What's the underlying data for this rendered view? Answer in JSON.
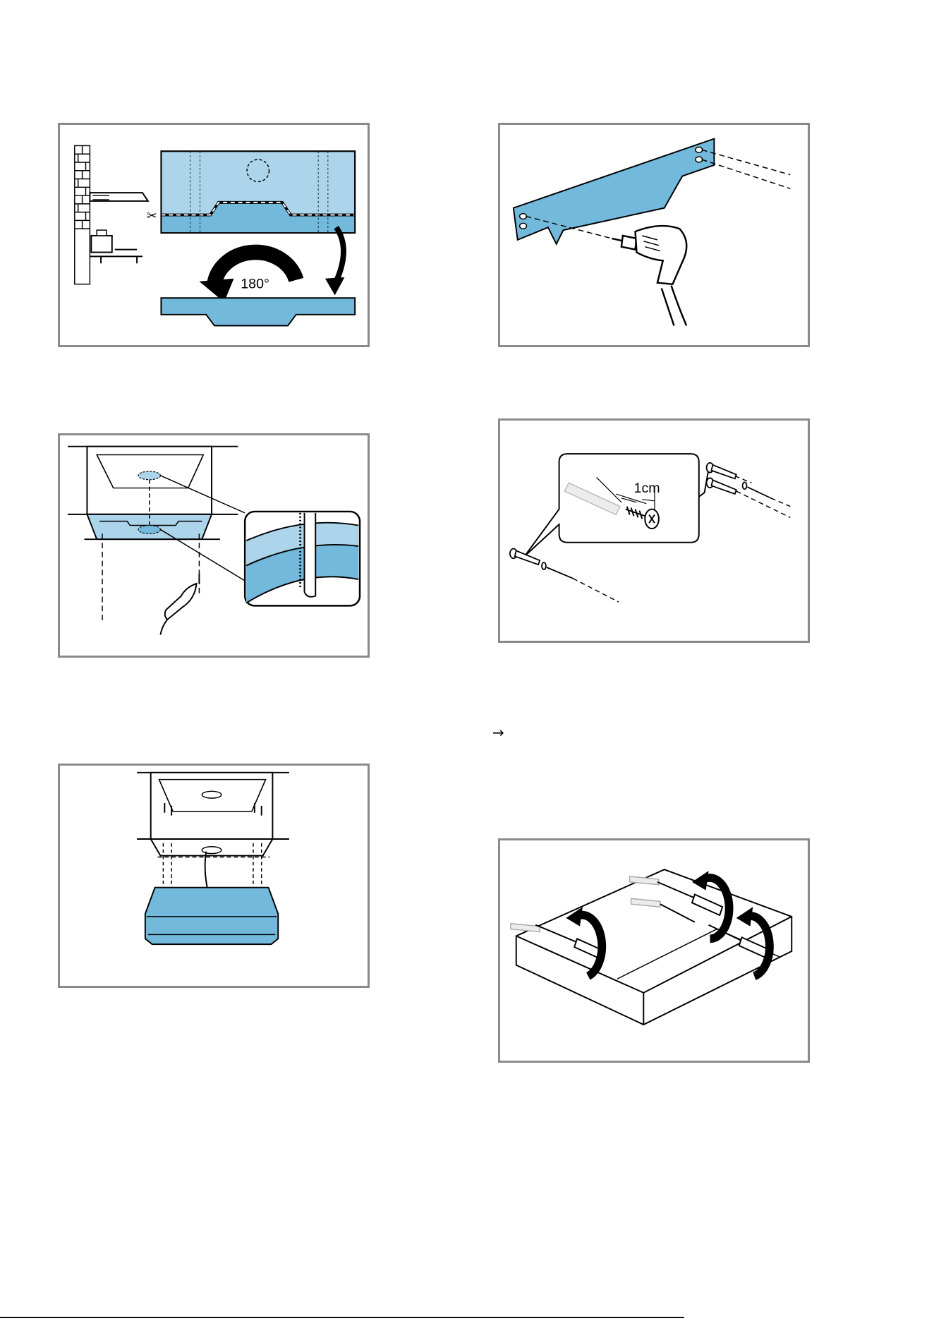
{
  "figures": [
    {
      "id": "fig-template-cut-rotate",
      "label": "180°"
    },
    {
      "id": "fig-drill-template-wall"
    },
    {
      "id": "fig-cabinet-cutout-saw"
    },
    {
      "id": "fig-wall-plugs-screws",
      "label": "1cm"
    },
    {
      "id": "fig-cabinet-mount-screws"
    },
    {
      "id": "fig-tighten-screws"
    }
  ],
  "note_arrow": "→",
  "colors": {
    "accent_blue": "#72b9dc",
    "light_blue": "#acd4ea",
    "frame_gray": "#8a8a8a"
  }
}
